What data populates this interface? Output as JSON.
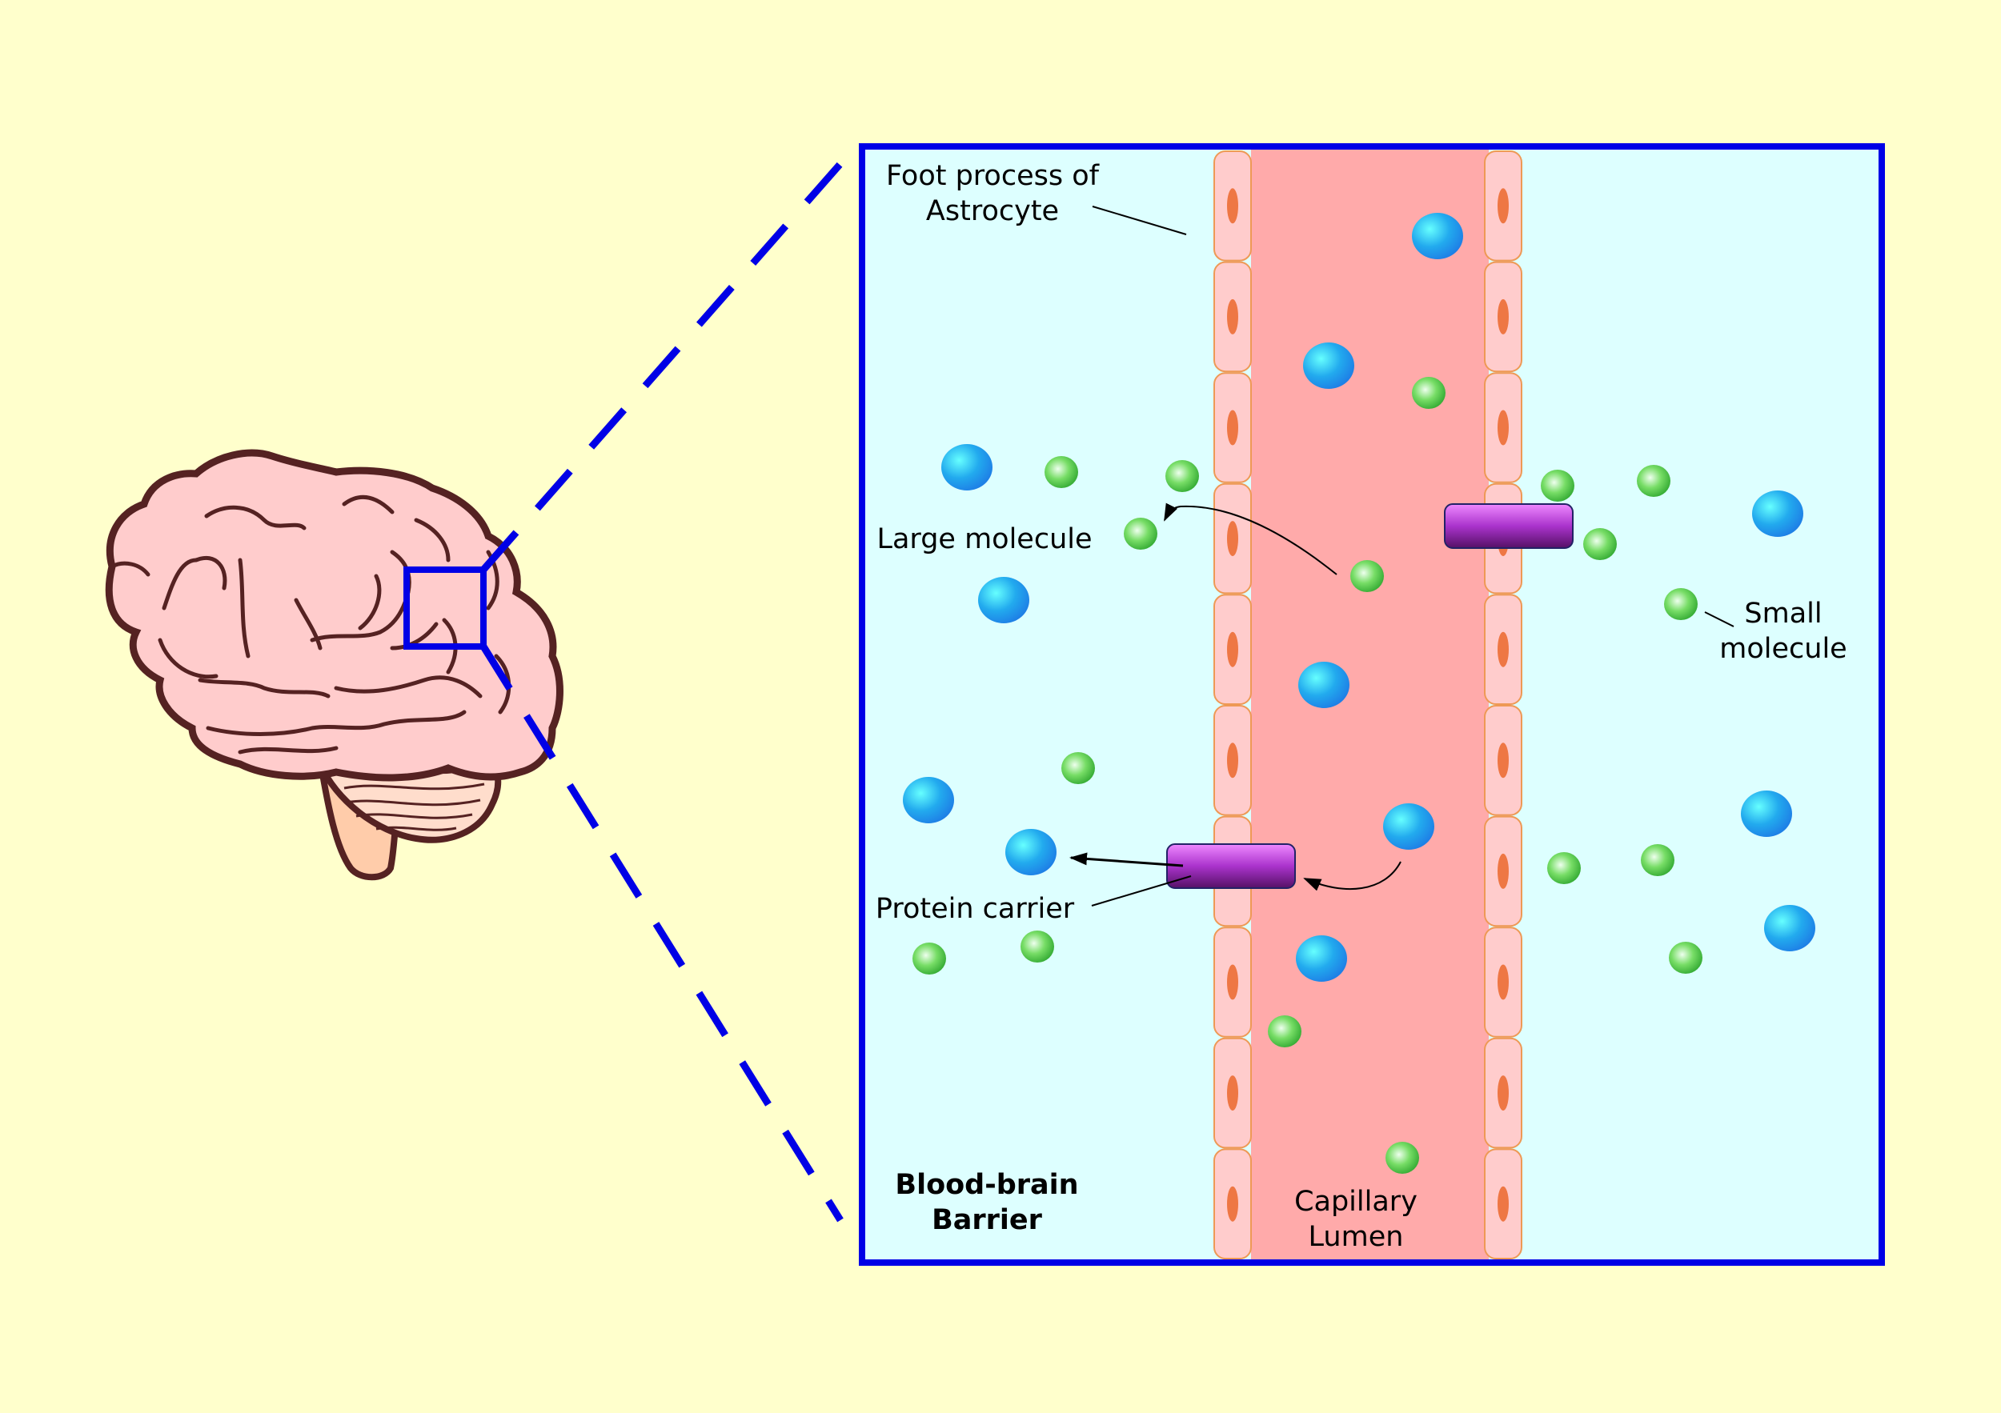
{
  "labels": {
    "foot_process_line1": "Foot process of",
    "foot_process_line2": "Astrocyte",
    "large_molecule": "Large molecule",
    "small_molecule_line1": "Small",
    "small_molecule_line2": "molecule",
    "protein_carrier": "Protein carrier",
    "bbb_line1": "Blood-brain",
    "bbb_line2": "Barrier",
    "capillary_line1": "Capillary",
    "capillary_line2": "Lumen"
  },
  "colors": {
    "background": "#ffffcc",
    "panel_fill": "#ddffff",
    "panel_border": "#0000e6",
    "capillary_lumen": "#ffaaaa",
    "endothelial_cell": "#ffcccc",
    "cell_nucleus": "#ee7744",
    "large_molecule": "#22aaee",
    "small_molecule": "#55cc44",
    "protein_carrier": "#aa33cc",
    "brain_outline": "#552222",
    "brain_fill": "#ffcccc"
  },
  "icons": [
    "brain-icon",
    "zoom-box-icon"
  ]
}
